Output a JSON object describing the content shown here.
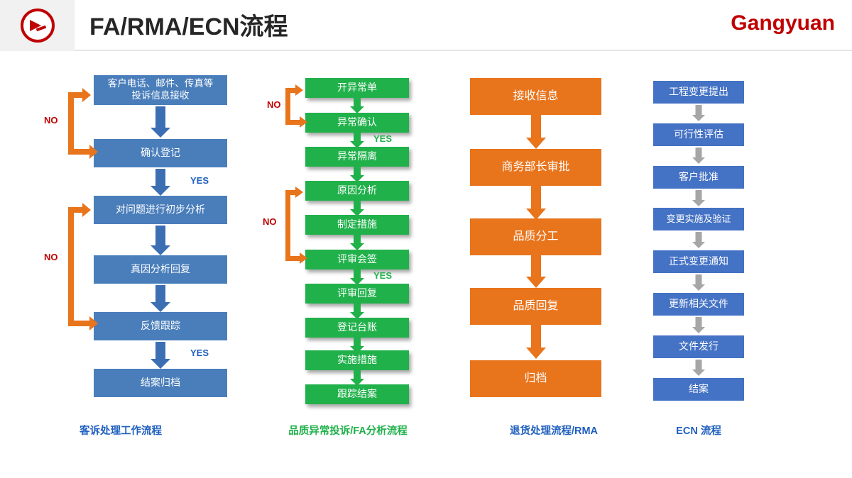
{
  "header": {
    "title": "FA/RMA/ECN流程",
    "brand": "Gangyuan",
    "logo_icon": "gangyuan-logo-icon"
  },
  "columns": [
    {
      "id": "complaint",
      "title": "客诉处理工作流程",
      "color": "#4a7ebb",
      "nodes": [
        "客户电话、邮件、传真等\n投诉信息接收",
        "确认登记",
        "对问题进行初步分析",
        "真因分析回复",
        "反馈跟踪",
        "结案归档"
      ],
      "labels": [
        {
          "text": "NO",
          "type": "no"
        },
        {
          "text": "YES",
          "type": "yes"
        },
        {
          "text": "NO",
          "type": "no"
        },
        {
          "text": "YES",
          "type": "yes"
        },
        {
          "text": "NO",
          "type": "no"
        }
      ]
    },
    {
      "id": "quality",
      "title": "品质异常投诉/FA分析流程",
      "color": "#21b14b",
      "nodes": [
        "开异常单",
        "异常确认",
        "异常隔离",
        "原因分析",
        "制定措施",
        "评审会签",
        "评审回复",
        "登记台账",
        "实施措施",
        "跟踪结案"
      ],
      "labels": [
        {
          "text": "NO",
          "type": "no"
        },
        {
          "text": "YES",
          "type": "yes-g"
        },
        {
          "text": "NO",
          "type": "no"
        },
        {
          "text": "YES",
          "type": "yes-g"
        }
      ]
    },
    {
      "id": "rma",
      "title": "退货处理流程/RMA",
      "color": "#e8741c",
      "nodes": [
        "接收信息",
        "商务部长审批",
        "品质分工",
        "品质回复",
        "归档"
      ],
      "labels": []
    },
    {
      "id": "ecn",
      "title": "ECN 流程",
      "color": "#4472c4",
      "nodes": [
        "工程变更提出",
        "可行性评估",
        "客户批准",
        "变更实施及验证",
        "正式变更通知",
        "更新相关文件",
        "文件发行",
        "结案"
      ],
      "labels": []
    }
  ]
}
